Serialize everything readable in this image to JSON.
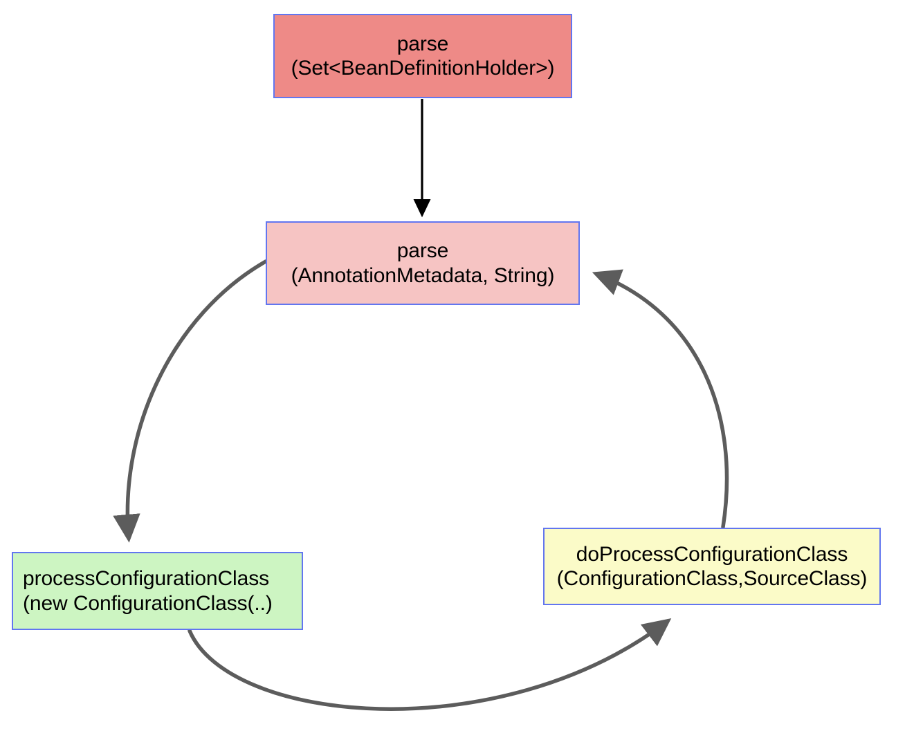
{
  "diagram": {
    "title": "Spring ConfigurationClassParser parse call flow",
    "background": "#ffffff",
    "node_border_color": "#6276f0",
    "straight_edge_color": "#000000",
    "curved_edge_color": "#5c5c5c",
    "nodes": [
      {
        "id": "parse-set",
        "line1": "parse",
        "line2": "(Set<BeanDefinitionHolder>)",
        "fill": "#ee8a87"
      },
      {
        "id": "parse-meta",
        "line1": "parse",
        "line2": "(AnnotationMetadata, String)",
        "fill": "#f6c4c3"
      },
      {
        "id": "process-config",
        "line1": "processConfigurationClass",
        "line2": "(new ConfigurationClass(..)",
        "fill": "#cdf5c2"
      },
      {
        "id": "do-process-config",
        "line1": "doProcessConfigurationClass",
        "line2": "(ConfigurationClass,SourceClass)",
        "fill": "#fbfbc8"
      }
    ],
    "edges": [
      {
        "id": "edge-parse-set-to-parse-meta",
        "from": "parse-set",
        "to": "parse-meta",
        "style": "straight",
        "color": "#000000"
      },
      {
        "id": "edge-parse-meta-to-process-config",
        "from": "parse-meta",
        "to": "process-config",
        "style": "curved",
        "color": "#5c5c5c"
      },
      {
        "id": "edge-process-config-to-do-process-config",
        "from": "process-config",
        "to": "do-process-config",
        "style": "curved",
        "color": "#5c5c5c"
      },
      {
        "id": "edge-do-process-config-to-parse-meta",
        "from": "do-process-config",
        "to": "parse-meta",
        "style": "curved",
        "color": "#5c5c5c"
      }
    ]
  }
}
